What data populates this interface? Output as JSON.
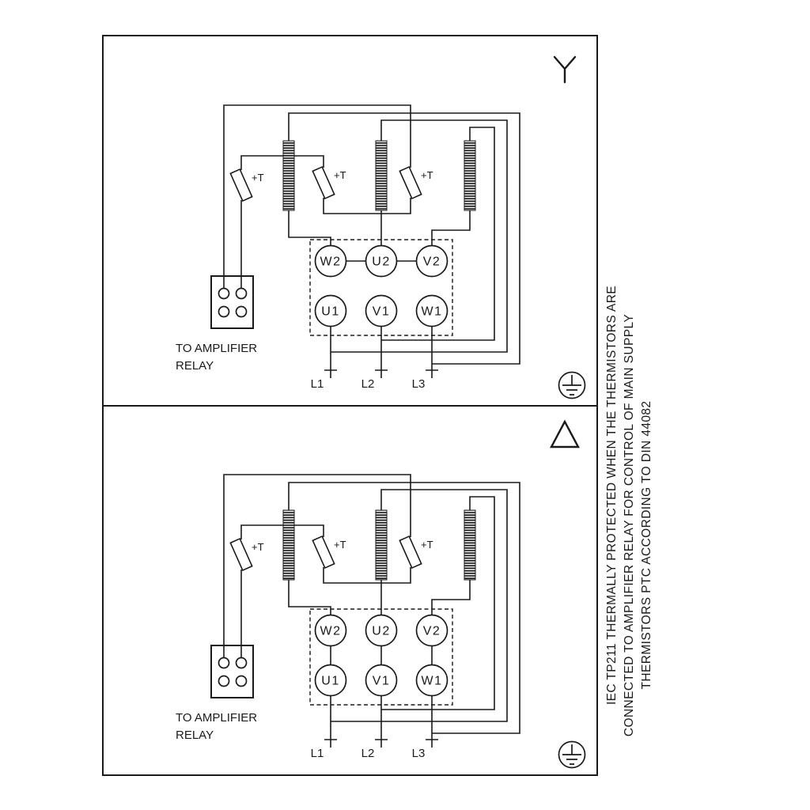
{
  "colors": {
    "ink": "#1a1a1a",
    "background": "#ffffff"
  },
  "note": {
    "lines": [
      "IEC TP211 THERMALLY PROTECTED WHEN THE THERMISTORS ARE",
      "CONNECTED TO AMPLIFIER RELAY FOR CONTROL OF MAIN SUPPLY",
      "THERMISTORS PTC ACCORDING TO DIN 44082"
    ]
  },
  "panels": [
    {
      "connection": "star",
      "terminals_top": [
        "W2",
        "U2",
        "V2"
      ],
      "terminals_bottom": [
        "U1",
        "V1",
        "W1"
      ],
      "supply": [
        "L1",
        "L2",
        "L3"
      ],
      "thermistor_label": "+T",
      "relay_label": [
        "TO AMPLIFIER",
        "RELAY"
      ]
    },
    {
      "connection": "delta",
      "terminals_top": [
        "W2",
        "U2",
        "V2"
      ],
      "terminals_bottom": [
        "U1",
        "V1",
        "W1"
      ],
      "supply": [
        "L1",
        "L2",
        "L3"
      ],
      "thermistor_label": "+T",
      "relay_label": [
        "TO AMPLIFIER",
        "RELAY"
      ]
    }
  ]
}
